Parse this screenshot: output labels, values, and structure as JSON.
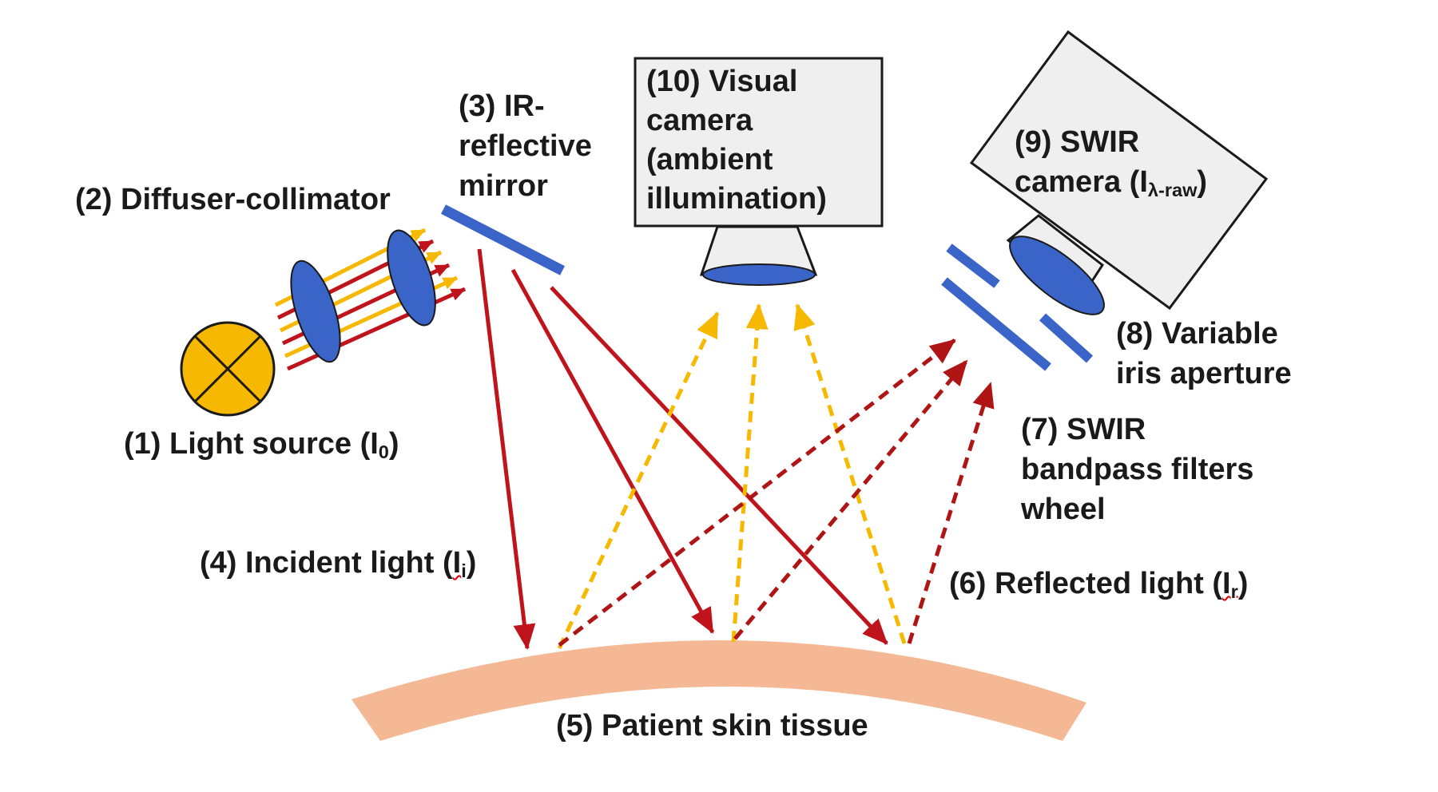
{
  "colors": {
    "incident_red": "#c0141c",
    "reflected_darkred": "#b01515",
    "ambient_yellow": "#f6b800",
    "optics_blue": "#3a64c8",
    "skin": "#f5b894",
    "light_source": "#f6b800",
    "box_fill": "#efefef"
  },
  "icons": {
    "light_source": "light-bulb-circle-icon",
    "lens": "lens-ellipse-icon",
    "camera": "camera-box-icon"
  },
  "labels": {
    "light_source": {
      "text": "(1) Light source (I",
      "sub": "0",
      "close": ")"
    },
    "diffuser": {
      "text": "(2) Diffuser-collimator"
    },
    "mirror": {
      "line1": "(3) IR-",
      "line2": "reflective",
      "line3": "mirror"
    },
    "incident": {
      "text": "(4) Incident light (",
      "base": "I",
      "sub": "i",
      "close": ")"
    },
    "skin": {
      "text": "(5) Patient skin tissue"
    },
    "reflected": {
      "text": "(6) Reflected light (",
      "base": "I",
      "sub": "r",
      "close": ")"
    },
    "filters": {
      "line1": "(7) SWIR",
      "line2": "bandpass filters",
      "line3": "wheel"
    },
    "iris": {
      "line1": "(8) Variable",
      "line2": "iris aperture"
    },
    "swir_camera": {
      "line1": "(9) SWIR",
      "line2": "camera (I",
      "sub": "λ-raw",
      "close": ")"
    },
    "visual_camera": {
      "line1": "(10) Visual",
      "line2": "camera",
      "line3": "(ambient",
      "line4": "illumination)"
    }
  }
}
